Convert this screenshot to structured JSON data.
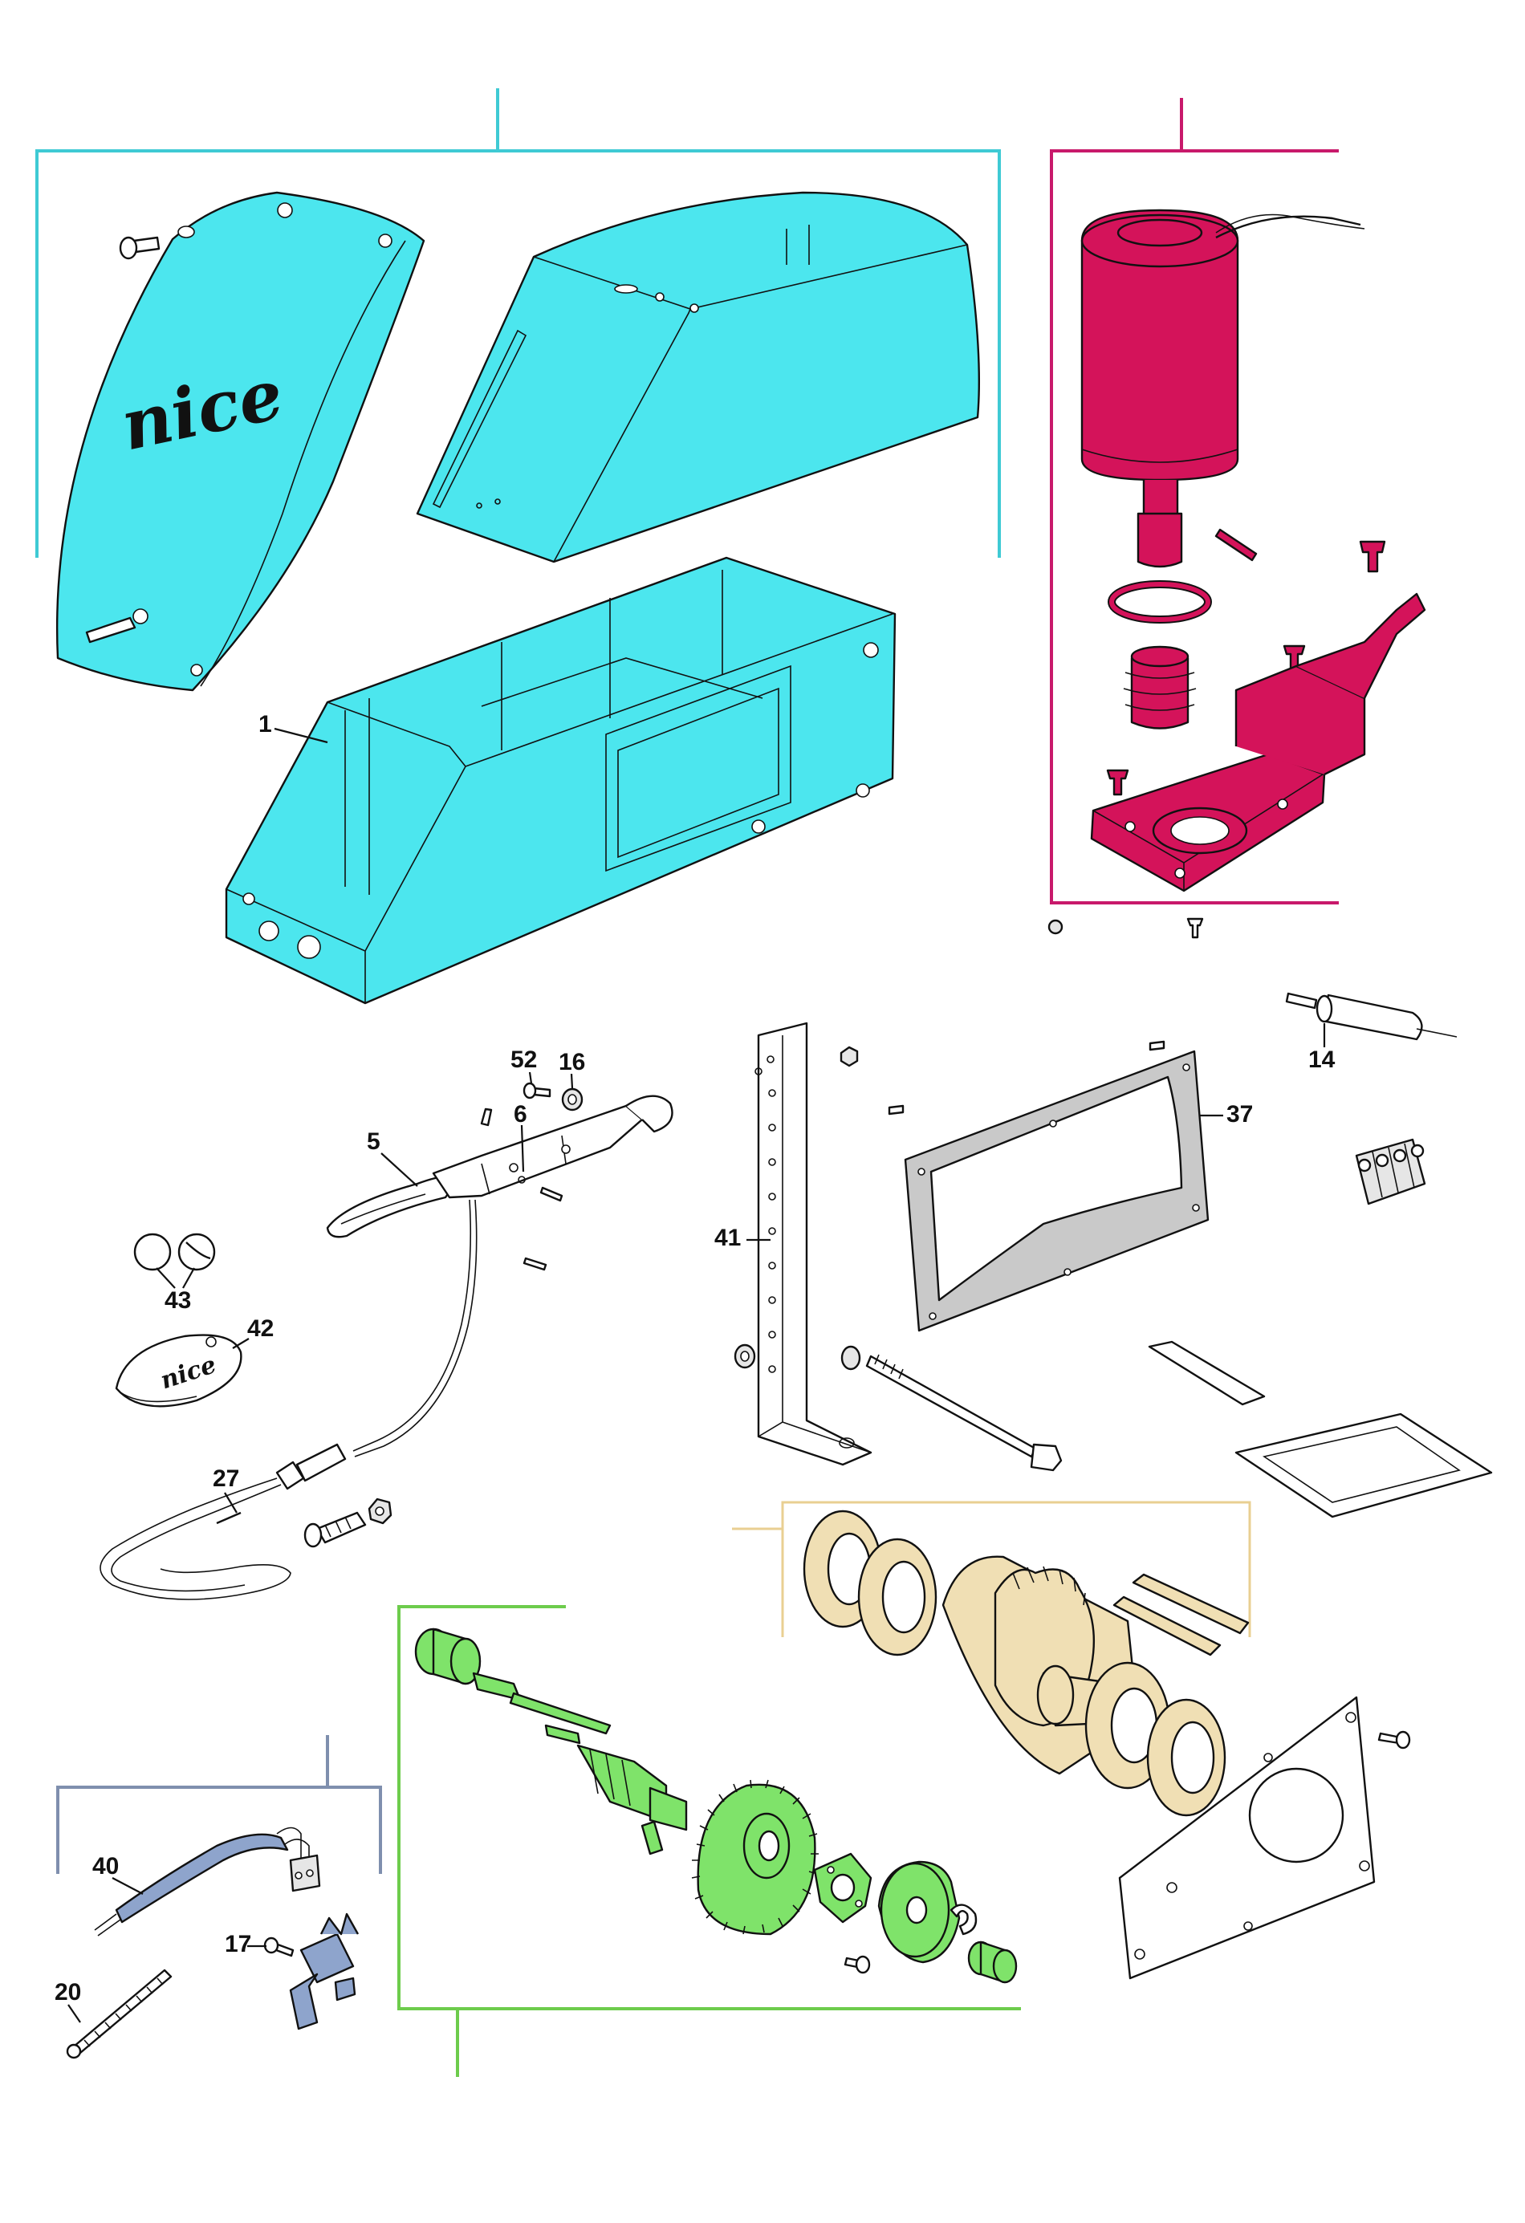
{
  "colors": {
    "housing": "#4ce6ee",
    "motor": "#d4135a",
    "gear_train": "#f0dfb4",
    "drive_shaft": "#7fe36a",
    "limit_switch": "#8ea4cc",
    "frame_cyan": "#3fcad4",
    "frame_magenta": "#c8196b",
    "frame_tan": "#e9cf92",
    "frame_green": "#6dcc4c",
    "frame_slate": "#7f8fae",
    "outline": "#111111"
  },
  "cover_logo": "nice",
  "badge_logo": "nice",
  "callouts": {
    "base_housing": "1",
    "release_lever": "5",
    "lever_pin": "6",
    "lever_bolt": "52",
    "lever_nut": "16",
    "release_knob": "43",
    "key_cover": "42",
    "release_cable": "27",
    "capacitor": "14",
    "gasket": "37",
    "mounting_bracket": "41",
    "switch_cable": "40",
    "limit_switch": "17",
    "limit_spring": "20"
  }
}
